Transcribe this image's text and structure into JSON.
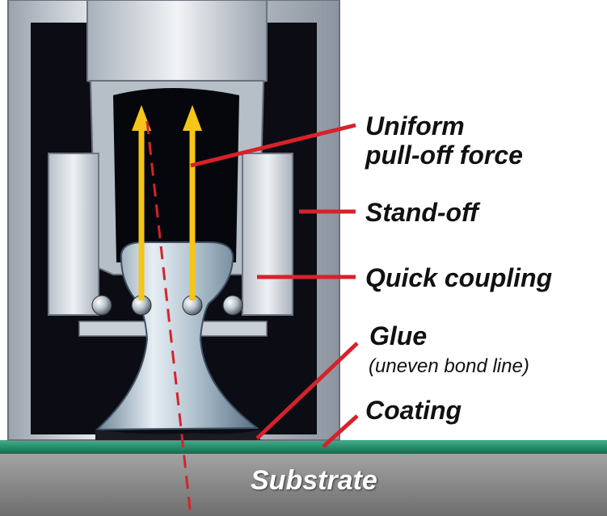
{
  "labels": {
    "uniform_line1": "Uniform",
    "uniform_line2": "pull-off force",
    "standoff": "Stand-off",
    "quick_coupling": "Quick coupling",
    "glue": "Glue",
    "glue_sub": "(uneven bond line)",
    "coating": "Coating",
    "substrate": "Substrate"
  },
  "colors": {
    "leader": "#d6222b",
    "coating": "#1f8f6a",
    "substrate": "#8e8e8e",
    "arrow": "#f5c518",
    "housing": "#c6cbd3",
    "cavity": "#0c0d14",
    "dolly": "#b8c7d4"
  }
}
